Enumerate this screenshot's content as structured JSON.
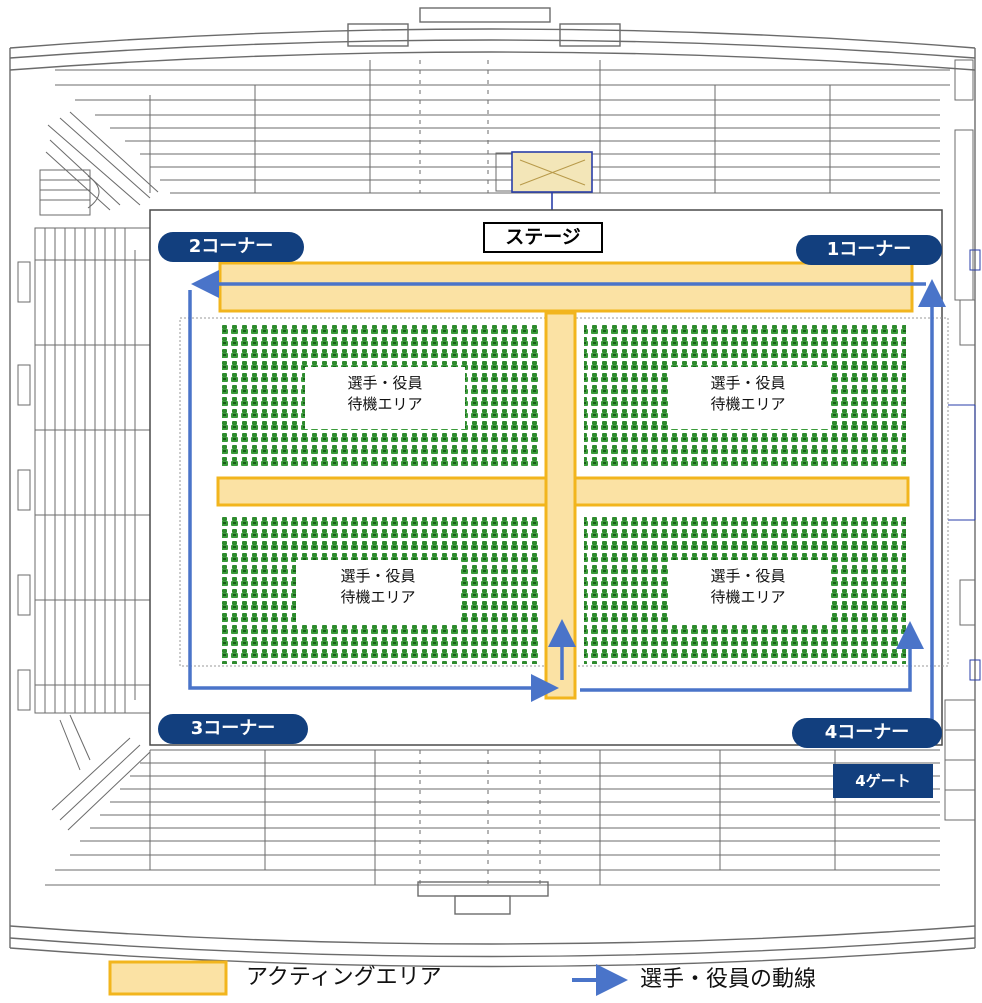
{
  "stage": {
    "label": "ステージ"
  },
  "corners": {
    "c1": "1コーナー",
    "c2": "2コーナー",
    "c3": "3コーナー",
    "c4": "4コーナー"
  },
  "gate": {
    "label": "4ゲート"
  },
  "waiting_areas": [
    {
      "line1": "選手・役員",
      "line2": "待機エリア"
    },
    {
      "line1": "選手・役員",
      "line2": "待機エリア"
    },
    {
      "line1": "選手・役員",
      "line2": "待機エリア"
    },
    {
      "line1": "選手・役員",
      "line2": "待機エリア"
    }
  ],
  "legend": {
    "acting_area": "アクティングエリア",
    "route": "選手・役員の動線"
  },
  "colors": {
    "acting_fill": "#fbe2a4",
    "acting_stroke": "#f2b51d",
    "route": "#4a74c9",
    "label_bg": "#123f7e",
    "seat": "#2e8b2e",
    "seat_dark": "#1a5c1a",
    "plan_line": "#6b6b6b"
  }
}
